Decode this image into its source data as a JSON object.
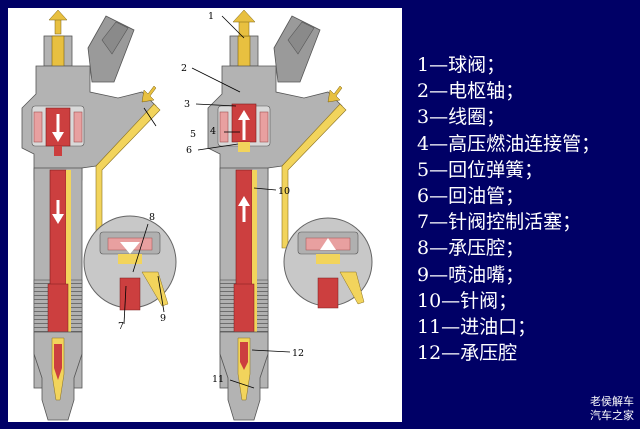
{
  "legend": [
    "1—球阀；",
    "2—电枢轴；",
    "3—线圈；",
    "4—高压燃油连接管；",
    "5—回位弹簧；",
    "6—回油管；",
    "7—针阀控制活塞；",
    "8—承压腔；",
    "9—喷油嘴；",
    "10—针阀；",
    "11—进油口；",
    "12—承压腔"
  ],
  "callouts": [
    "1",
    "2",
    "3",
    "4",
    "5",
    "6",
    "7",
    "8",
    "9",
    "10",
    "11",
    "12"
  ],
  "watermark": [
    "老侯解车",
    "汽车之家"
  ],
  "colors": {
    "background": "#000066",
    "body_gray": "#b3b3b3",
    "fuel_yellow": "#f2d45c",
    "needle_red": "#cc3f3f",
    "coil_pink": "#e8a0a0",
    "arrow_yellow": "#e8c040",
    "connector_gray": "#9a9a9a"
  }
}
